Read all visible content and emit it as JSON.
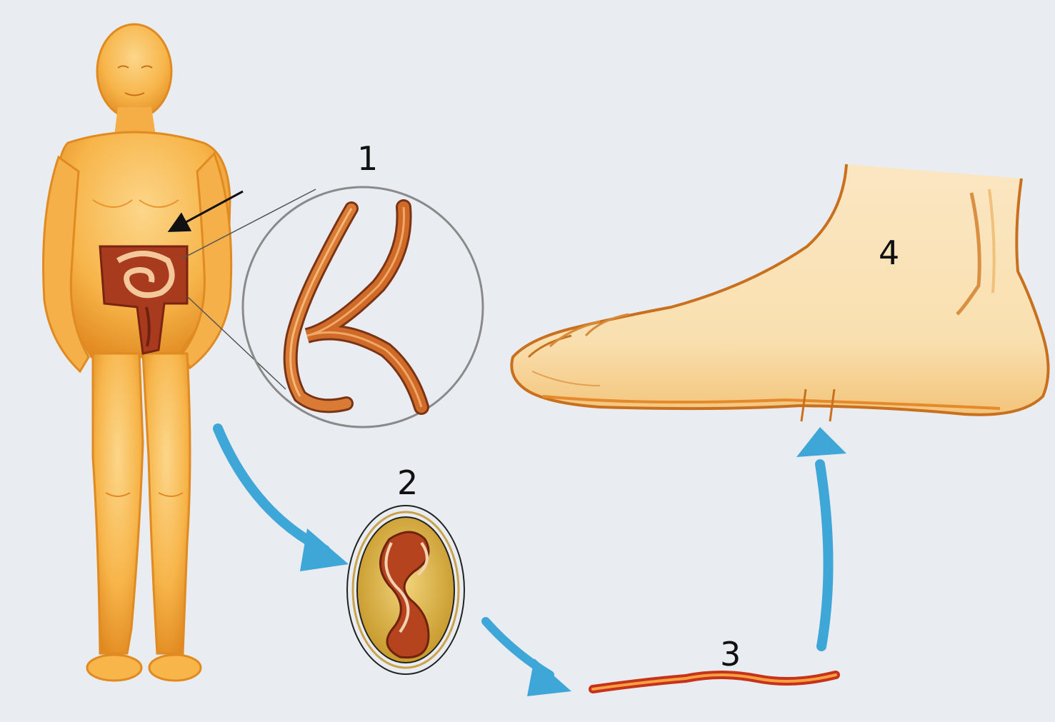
{
  "labels": {
    "adult_worms": "1",
    "egg": "2",
    "larva": "3",
    "foot": "4"
  },
  "colors": {
    "background": "#e9ecf0",
    "skin": "#f7b54a",
    "skin_dark": "#d9801c",
    "skin_light": "#fbe3b0",
    "intestine": "#a83a1e",
    "worm": "#c8621e",
    "arrow": "#3fa7d8",
    "circle": "#8a8a8a"
  }
}
